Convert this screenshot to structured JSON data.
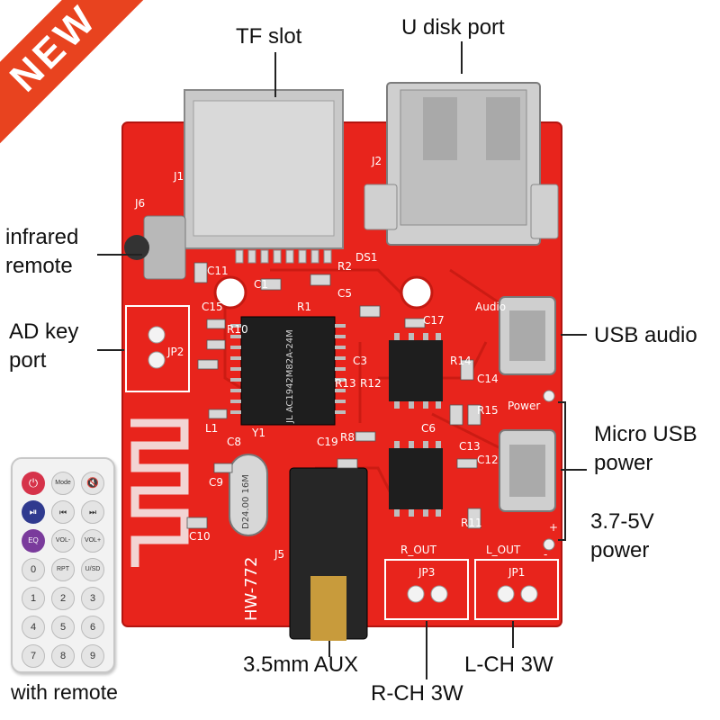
{
  "badge": {
    "text": "NEW",
    "color": "#e8431f"
  },
  "board": {
    "model": "HW-772",
    "color": "#e8241c",
    "silkscreen": [
      "J2",
      "J1",
      "J6",
      "DS1",
      "C11",
      "C1",
      "R2",
      "R1",
      "C5",
      "C15",
      "R10",
      "JP2",
      "C3",
      "R13",
      "R12",
      "R14",
      "C14",
      "C17",
      "L1",
      "C8",
      "Y1",
      "C19",
      "R8",
      "C6",
      "C9",
      "C10",
      "J5",
      "JP3",
      "JP1",
      "R_OUT",
      "L_OUT",
      "R15",
      "R11",
      "C13",
      "C12",
      "Audio",
      "Power",
      "+",
      "-"
    ],
    "chip_marking": "JL AC1942M82A-24M",
    "crystal_marking": "D24.00 16M"
  },
  "callouts": {
    "tf_slot": "TF slot",
    "u_disk_port": "U disk port",
    "infrared_remote_line1": "infrared",
    "infrared_remote_line2": "remote",
    "ad_key_line1": "AD key",
    "ad_key_line2": "port",
    "usb_audio": "USB audio",
    "micro_usb_line1": "Micro USB",
    "micro_usb_line2": "power",
    "power_3v7_line1": "3.7-5V",
    "power_3v7_line2": "power",
    "aux": "3.5mm AUX",
    "lch": "L-CH 3W",
    "rch": "R-CH 3W",
    "with_remote": "with remote"
  },
  "remote": {
    "buttons": [
      [
        "⏻",
        "Mode",
        "🔇"
      ],
      [
        "⏯",
        "⏮",
        "⏭"
      ],
      [
        "EQ",
        "VOL-",
        "VOL+"
      ],
      [
        "0",
        "RPT",
        "U/SD"
      ],
      [
        "1",
        "2",
        "3"
      ],
      [
        "4",
        "5",
        "6"
      ],
      [
        "7",
        "8",
        "9"
      ]
    ]
  }
}
